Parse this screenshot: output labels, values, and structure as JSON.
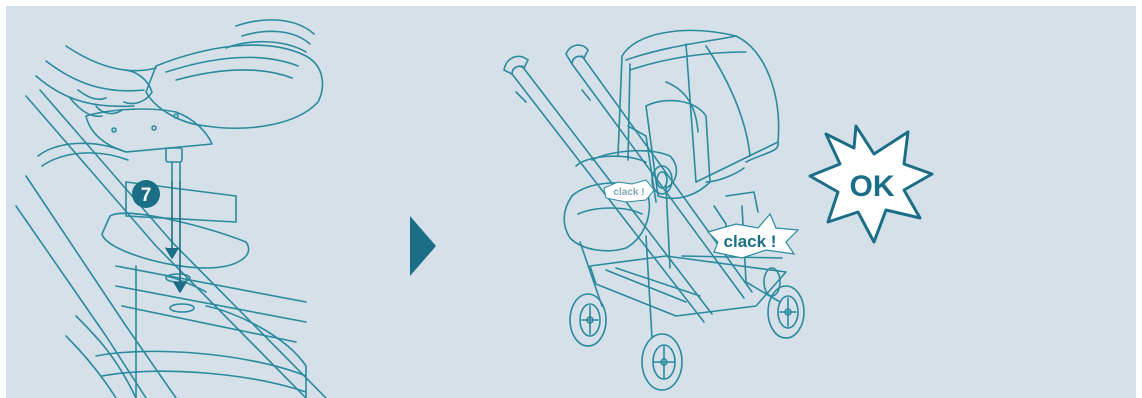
{
  "step": {
    "number": "7"
  },
  "sounds": {
    "clack_small": "clack !",
    "clack_large": "clack !"
  },
  "result": {
    "ok": "OK"
  },
  "colors": {
    "background": "#d6e0e9",
    "line": "#2a8a9e",
    "accent": "#1a6f86",
    "fill": "#ffffff"
  },
  "icons": {
    "arrow": "play-triangle-icon",
    "ok_burst": "starburst-icon"
  }
}
